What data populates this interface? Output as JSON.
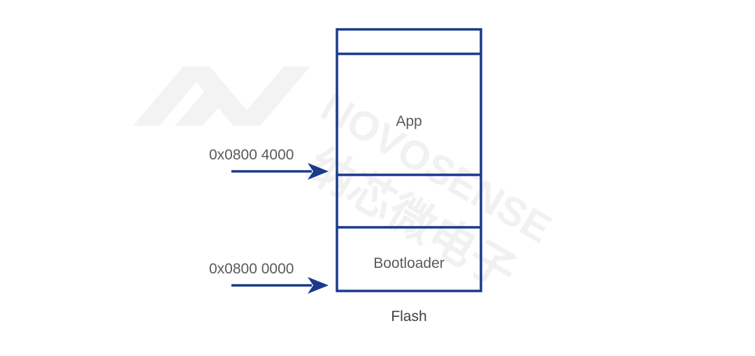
{
  "watermark": {
    "brand_en": "NOVOSENSE",
    "brand_cn": "纳芯微电子"
  },
  "colors": {
    "block_stroke": "#1a3a8c",
    "arrow": "#1a3a8c",
    "label_text": "#595959",
    "watermark": "#f1f1f1"
  },
  "flash": {
    "caption": "Flash",
    "regions": [
      {
        "id": "top-reserved",
        "label": ""
      },
      {
        "id": "app",
        "label": "App"
      },
      {
        "id": "app-lower",
        "label": ""
      },
      {
        "id": "bootloader",
        "label": "Bootloader"
      }
    ]
  },
  "pointers": [
    {
      "address": "0x0800 4000",
      "target": "app"
    },
    {
      "address": "0x0800 0000",
      "target": "bootloader"
    }
  ]
}
